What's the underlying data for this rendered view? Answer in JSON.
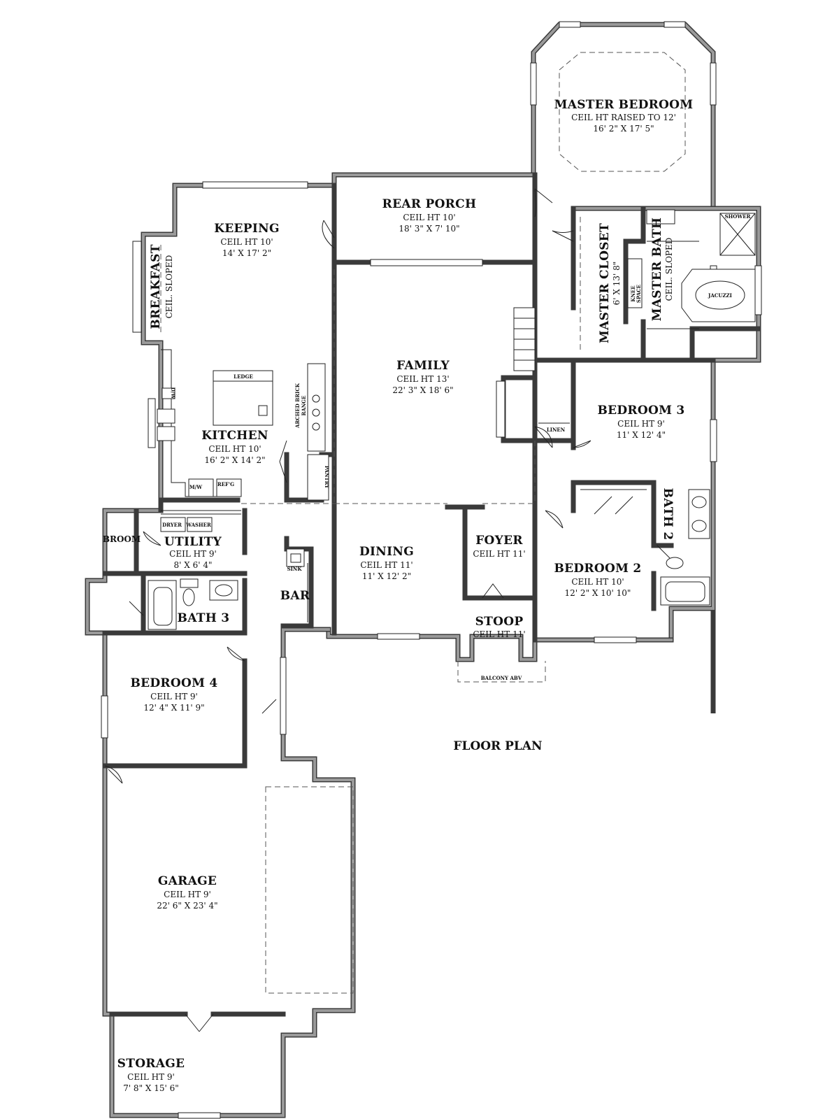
{
  "title": "FLOOR PLAN",
  "rooms": {
    "master_bedroom": {
      "name": "MASTER BEDROOM",
      "ceiling": "CEIL HT RAISED TO 12'",
      "size": "16' 2\" X 17' 5\""
    },
    "rear_porch": {
      "name": "REAR PORCH",
      "ceiling": "CEIL HT 10'",
      "size": "18' 3\" X 7' 10\""
    },
    "keeping": {
      "name": "KEEPING",
      "ceiling": "CEIL HT 10'",
      "size": "14' X 17' 2\""
    },
    "breakfast": {
      "name": "BREAKFAST",
      "ceiling": "CEIL. SLOPED"
    },
    "master_closet": {
      "name": "MASTER CLOSET",
      "size": "6' X 13' 8\""
    },
    "master_bath": {
      "name": "MASTER BATH",
      "ceiling": "CEIL. SLOPED"
    },
    "family": {
      "name": "FAMILY",
      "ceiling": "CEIL HT 13'",
      "size": "22' 3\" X 18' 6\""
    },
    "bedroom_3": {
      "name": "BEDROOM 3",
      "ceiling": "CEIL HT 9'",
      "size": "11' X 12' 4\""
    },
    "kitchen": {
      "name": "KITCHEN",
      "ceiling": "CEIL HT 10'",
      "size": "16' 2\" X 14' 2\""
    },
    "bath_2": {
      "name": "BATH 2"
    },
    "utility": {
      "name": "UTILITY",
      "ceiling": "CEIL HT 9'",
      "size": "8' X 6' 4\""
    },
    "broom": {
      "name": "BROOM"
    },
    "dining": {
      "name": "DINING",
      "ceiling": "CEIL HT 11'",
      "size": "11' X 12' 2\""
    },
    "foyer": {
      "name": "FOYER",
      "ceiling": "CEIL HT 11'"
    },
    "bedroom_2": {
      "name": "BEDROOM 2",
      "ceiling": "CEIL HT 10'",
      "size": "12' 2\" X 10' 10\""
    },
    "bar": {
      "name": "BAR"
    },
    "bath_3": {
      "name": "BATH 3"
    },
    "stoop": {
      "name": "STOOP",
      "ceiling": "CEIL HT 11'"
    },
    "bedroom_4": {
      "name": "BEDROOM 4",
      "ceiling": "CEIL HT 9'",
      "size": "12' 4\" X 11' 9\""
    },
    "garage": {
      "name": "GARAGE",
      "ceiling": "CEIL HT 9'",
      "size": "22' 6\" X 23' 4\""
    },
    "storage": {
      "name": "STORAGE",
      "ceiling": "CEIL HT 9'",
      "size": "7' 8\" X 15' 6\""
    }
  },
  "labels": {
    "shower": "SHOWER",
    "jacuzzi": "JACUZZI",
    "knee": "KNEE",
    "space": "SPACE",
    "ledge": "LEDGE",
    "dw": "D/W",
    "arched_brick": "ARCHED BRICK",
    "range": "RANGE",
    "pantry": "PANTRY",
    "mw": "M/W",
    "refg": "REF'G",
    "dryer": "DRYER",
    "washer": "WASHER",
    "linen": "LINEN",
    "sink": "SINK",
    "balcony": "BALCONY ABV"
  }
}
